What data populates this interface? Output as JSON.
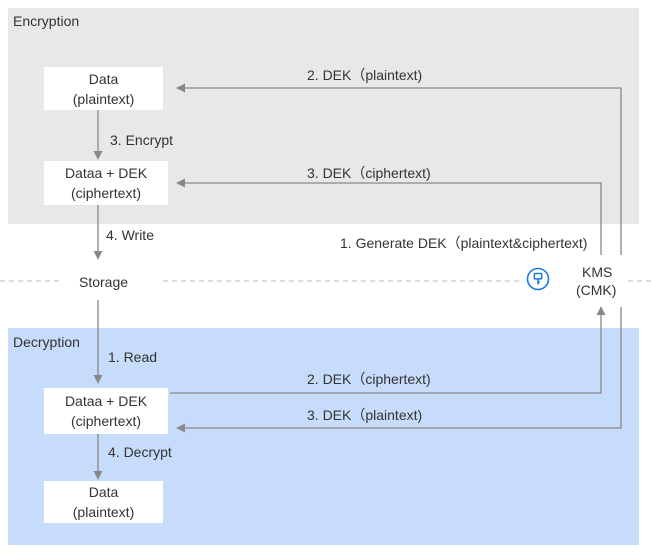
{
  "encryption": {
    "title": "Encryption"
  },
  "decryption": {
    "title": "Decryption"
  },
  "boxes": {
    "enc_data": {
      "line1": "Data",
      "line2": "(plaintext)"
    },
    "enc_datadek": {
      "line1": "Dataa + DEK",
      "line2": "(ciphertext)"
    },
    "dec_datadek": {
      "line1": "Dataa + DEK",
      "line2": "(ciphertext)"
    },
    "dec_data": {
      "line1": "Data",
      "line2": "(plaintext)"
    }
  },
  "storage": {
    "label": "Storage"
  },
  "kms": {
    "line1": "KMS",
    "line2": "(CMK)",
    "icon": "key-shield-icon"
  },
  "labels": {
    "enc_encrypt": "3. Encrypt",
    "enc_write": "4. Write",
    "enc_dek_plain": "2. DEK（plaintext)",
    "enc_dek_cipher": "3. DEK（ciphertext)",
    "generate": "1. Generate DEK（plaintext&ciphertext)",
    "dec_read": "1. Read",
    "dec_dek_cipher": "2. DEK（ciphertext)",
    "dec_dek_plain": "3. DEK（plaintext)",
    "dec_decrypt": "4. Decrypt"
  },
  "colors": {
    "encryption_bg": "#e8e8e8",
    "decryption_bg": "#c6dcfa",
    "arrow": "#888888",
    "icon": "#1a7be0",
    "dash": "#bbbbbb"
  }
}
